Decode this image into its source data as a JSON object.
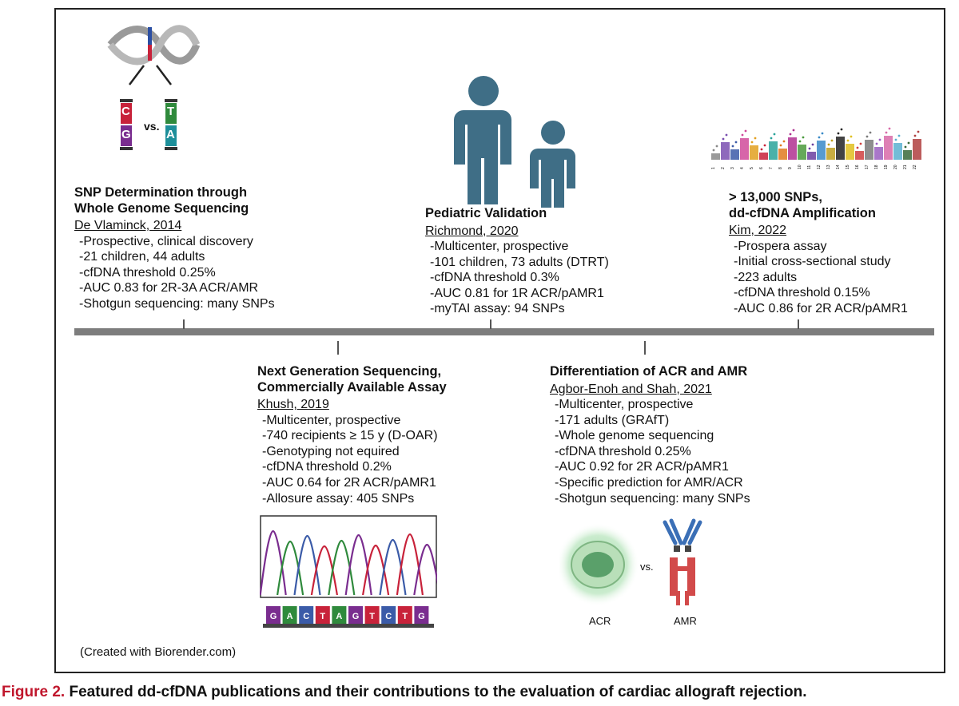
{
  "figure": {
    "caption_label": "Figure 2.",
    "caption_text": " Featured dd-cfDNA publications and their contributions to the evaluation of cardiac allograft rejection.",
    "credit": "(Created with Biorender.com)"
  },
  "publications": [
    {
      "title_line1": "SNP Determination through",
      "title_line2": "Whole Genome Sequencing",
      "author": "De Vlaminck, 2014",
      "bullets": [
        "-Prospective, clinical discovery",
        "-21 children, 44 adults",
        "-cfDNA threshold 0.25%",
        "-AUC 0.83 for 2R-3A ACR/AMR",
        "-Shotgun sequencing: many SNPs"
      ]
    },
    {
      "title_line1": "Next Generation Sequencing,",
      "title_line2": "Commercially Available Assay",
      "author": "Khush, 2019",
      "bullets": [
        "-Multicenter, prospective",
        "-740 recipients ≥ 15 y (D-OAR)",
        "-Genotyping not equired",
        "-cfDNA threshold 0.2%",
        "-AUC 0.64 for 2R ACR/pAMR1",
        "-Allosure assay: 405 SNPs"
      ]
    },
    {
      "title_line1": "Pediatric Validation",
      "author": "Richmond, 2020",
      "bullets": [
        "-Multicenter, prospective",
        "-101 children, 73 adults (DTRT)",
        "-cfDNA threshold 0.3%",
        "-AUC 0.81 for 1R ACR/pAMR1",
        "-myTAI assay: 94 SNPs"
      ]
    },
    {
      "title_line1": "Differentiation of ACR and AMR",
      "author": "Agbor-Enoh and Shah, 2021",
      "bullets": [
        "-Multicenter, prospective",
        "-171 adults (GRAfT)",
        "-Whole genome sequencing",
        "-cfDNA threshold 0.25%",
        "-AUC 0.92 for 2R ACR/pAMR1",
        "-Specific prediction for AMR/ACR",
        "-Shotgun sequencing: many SNPs"
      ]
    },
    {
      "title_line1": "> 13,000 SNPs,",
      "title_line2": "dd-cfDNA Amplification",
      "author": "Kim, 2022",
      "bullets": [
        "-Prospera assay",
        "-Initial cross-sectional study",
        "-223 adults",
        "-cfDNA threshold 0.15%",
        "-AUC 0.86 for 2R ACR/pAMR1"
      ]
    }
  ],
  "icons": {
    "snp": {
      "top_letter_1": "C",
      "bottom_letter_1": "G",
      "vs": "vs.",
      "top_letter_2": "T",
      "bottom_letter_2": "A"
    },
    "sequence": [
      "G",
      "A",
      "C",
      "T",
      "A",
      "G",
      "T",
      "C",
      "T",
      "G"
    ],
    "rejection": {
      "acr": "ACR",
      "vs": "vs.",
      "amr": "AMR"
    },
    "chromosomes": [
      "1",
      "2",
      "3",
      "4",
      "5",
      "6",
      "7",
      "8",
      "9",
      "10",
      "11",
      "12",
      "13",
      "14",
      "15",
      "16",
      "17",
      "18",
      "19",
      "20",
      "21",
      "22"
    ]
  },
  "colors": {
    "caption_red": "#c0162c",
    "timeline": "#7d7d7d",
    "figure_blue": "#3f6e86",
    "base_purple": "#7a2d8f",
    "base_red": "#c8223a",
    "base_green": "#2f8a3c",
    "base_teal": "#1d8f9a"
  }
}
